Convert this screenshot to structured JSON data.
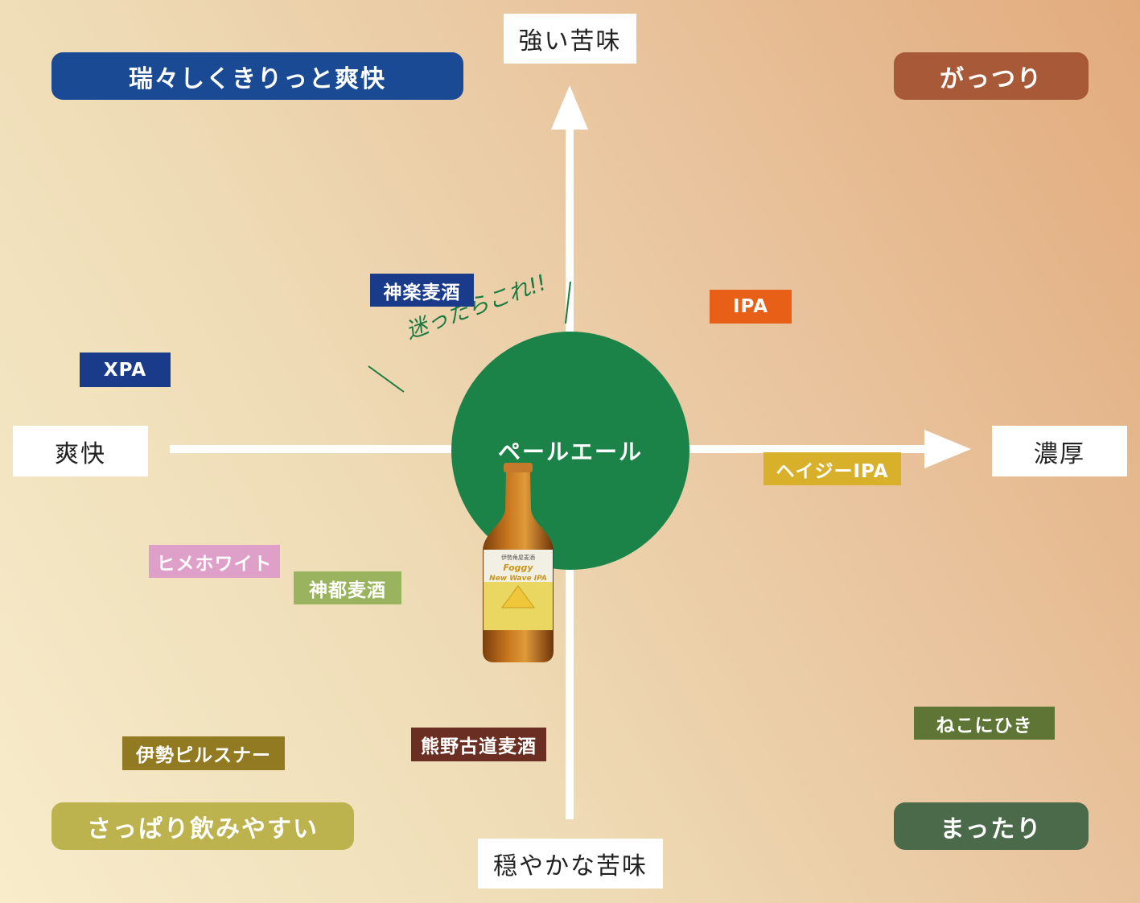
{
  "axes": {
    "top": "強い苦味",
    "bottom": "穏やかな苦味",
    "left": "爽快",
    "right": "濃厚"
  },
  "quadrants": {
    "top_left": {
      "label": "瑞々しくきりっと爽快",
      "color": "#1a4a94"
    },
    "top_right": {
      "label": "がっつり",
      "color": "#a85a38"
    },
    "bottom_left": {
      "label": "さっぱり飲みやすい",
      "color": "#bcb34e"
    },
    "bottom_right": {
      "label": "まったり",
      "color": "#4a6a4a"
    }
  },
  "center": {
    "label": "ペールエール",
    "color": "#1b8348",
    "note": "迷ったらこれ!!"
  },
  "beers": [
    {
      "name": "神楽麦酒",
      "color": "#1a3a8a"
    },
    {
      "name": "IPA",
      "color": "#e86018"
    },
    {
      "name": "XPA",
      "color": "#1a3a8a"
    },
    {
      "name": "ヘイジーIPA",
      "color": "#d8b02a"
    },
    {
      "name": "ヒメホワイト",
      "color": "#dea0c8"
    },
    {
      "name": "神都麦酒",
      "color": "#9ab35e"
    },
    {
      "name": "伊勢ピルスナー",
      "color": "#927a22"
    },
    {
      "name": "熊野古道麦酒",
      "color": "#6a2e22"
    },
    {
      "name": "ねこにひき",
      "color": "#5f7536"
    }
  ],
  "bottle": {
    "label_line1": "伊勢角屋麦酒",
    "label_line2": "Foggy",
    "label_line3": "New Wave IPA"
  }
}
